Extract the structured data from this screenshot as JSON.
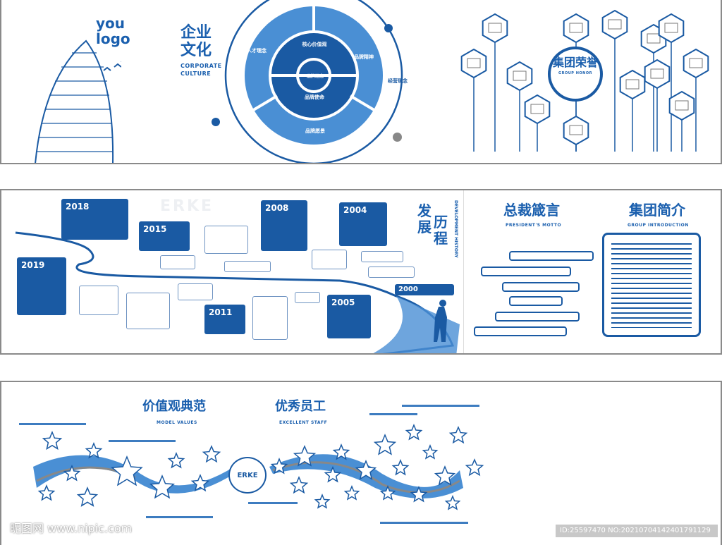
{
  "panel_culture": {
    "logo_line1": "you",
    "logo_line2": "logo",
    "title_line1": "企业",
    "title_line2": "文化",
    "subtitle_line1": "CORPORATE",
    "subtitle_line2": "CULTURE",
    "ring_labels": [
      "核心价值观",
      "品牌愿景",
      "品牌使命",
      "人才理念",
      "品牌精神",
      "经营理念",
      "品牌理念"
    ],
    "honor_title": "集团荣誉",
    "honor_title_en": "GROUP HONOR"
  },
  "panel_history": {
    "watermark": "ERKE",
    "title_a": "发展",
    "title_b": "历程",
    "title_en": "DEVELOPMENT HISTORY",
    "years": [
      "2019",
      "2018",
      "2015",
      "2011",
      "2008",
      "2005",
      "2004",
      "2000"
    ],
    "motto_title": "总裁箴言",
    "motto_title_en": "PRESIDENT'S MOTTO",
    "intro_title": "集团简介",
    "intro_title_en": "GROUP INTRODUCTION"
  },
  "panel_staff": {
    "title_values": "价值观典范",
    "title_values_en": "MODEL VALUES",
    "title_staff": "优秀员工",
    "title_staff_en": "EXCELLENT STAFF",
    "brand": "ERKE"
  },
  "watermark": {
    "site": "昵图网 www.nipic.com",
    "id": "ID:25597470 NO:20210704142401791129"
  },
  "colors": {
    "primary": "#1a5aa3",
    "light": "#4a8fd4"
  }
}
